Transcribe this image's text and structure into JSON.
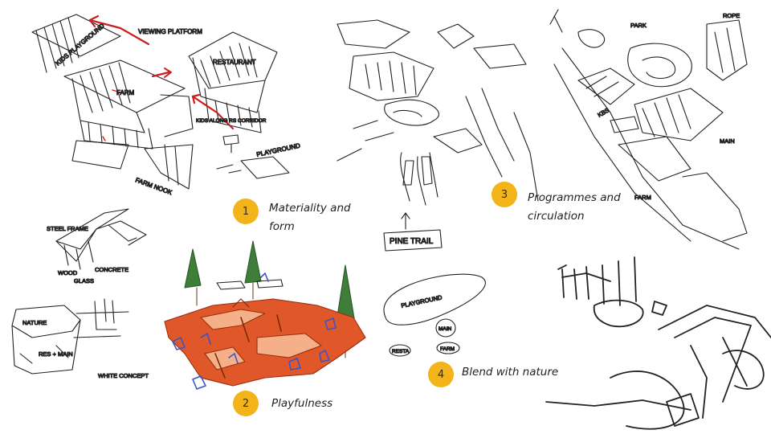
{
  "sections": [
    {
      "number": "1",
      "caption_line1": "Materiality and",
      "caption_line2": "form"
    },
    {
      "number": "2",
      "caption_line1": "Playfulness"
    },
    {
      "number": "3",
      "caption_line1": "Programmes and",
      "caption_line2": "circulation"
    },
    {
      "number": "4",
      "caption_line1": "Blend with nature"
    }
  ],
  "sketch_labels": {
    "viewing_platform": "VIEWING PLATFORM",
    "restaurant": "RESTAURANT",
    "farm": "FARM",
    "kids_playground": "KIDS PLAYGROUND",
    "kids_along_rs": "KIDS ALONG RS CORRIDOR",
    "playground": "PLAYGROUND",
    "farm_nook": "FARM NOOK",
    "steel_frame": "STEEL FRAME",
    "concrete": "CONCRETE",
    "wood": "WOOD",
    "glass": "GLASS",
    "res_main": "RES + MAIN",
    "nature": "NATURE",
    "white_concept": "WHITE CONCEPT",
    "pine_trail": "PINE TRAIL",
    "park": "PARK",
    "rope": "ROPE",
    "main": "MAIN",
    "farm_2": "FARM",
    "kbs": "KBS",
    "playground_2": "PLAYGROUND",
    "main_2": "MAIN",
    "resta": "RESTA",
    "farm_3": "FARM"
  },
  "colors": {
    "badge": "#f2b418",
    "red_ink": "#cc1e1e",
    "ink": "#222222",
    "orange": "#e0572a",
    "green": "#3e7d3a",
    "blue": "#3a55c8"
  }
}
